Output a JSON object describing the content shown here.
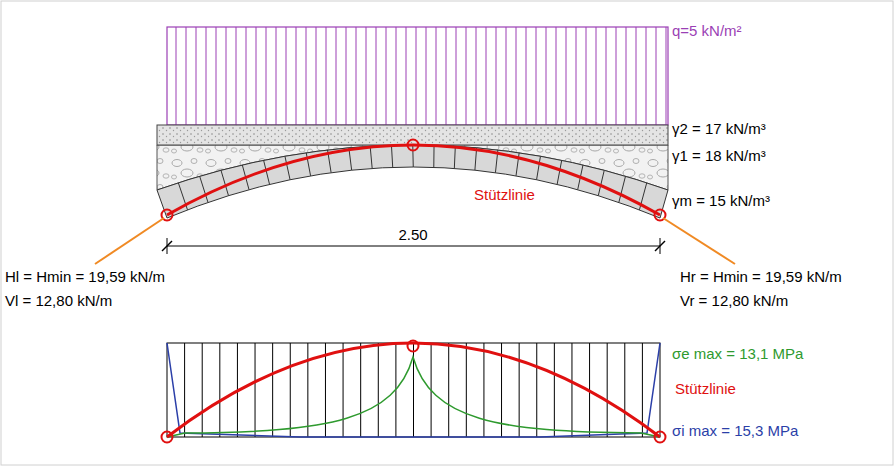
{
  "diagram": {
    "labels": [
      "q=5 kN/m²",
      "γ2 = 17 kN/m³",
      "γ1 = 18 kN/m³",
      "γm = 15 kN/m³",
      "Stützlinie",
      "2.50",
      "Hl = Hmin = 19,59 kN/m",
      "Vl = 12,80 kN/m",
      "Hr = Hmin = 19,59 kN/m",
      "Vr = 12,80 kN/m",
      "σe max =  13,1 MPa",
      "Stützlinie",
      "σi max = 15,3 MPa"
    ]
  }
}
